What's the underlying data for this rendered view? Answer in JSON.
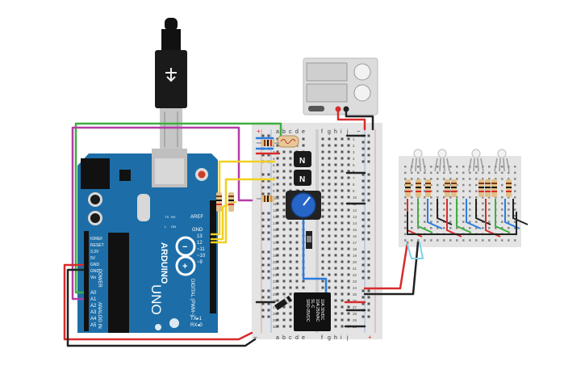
{
  "arduino": {
    "brand": "ARDUINO",
    "model": "UNO",
    "logo_minus": "−",
    "logo_plus": "+",
    "aref": "AREF",
    "gnd": "GND",
    "digital_label": "DIGITAL (PWM~)",
    "pins_right": [
      "13",
      "12",
      "~11",
      "~10",
      "~9"
    ],
    "tx_label": "TX▸1",
    "rx_label": "RX◂0",
    "power_pins": [
      "IOREF",
      "RESET",
      "3.3V",
      "5V",
      "GND",
      "GND",
      "Vin"
    ],
    "power_label": "POWER",
    "analog_pins": [
      "A0",
      "A1",
      "A2",
      "A3",
      "A4",
      "A5"
    ],
    "analog_label": "ANALOG IN",
    "led_labels": [
      "TX",
      "RX",
      "L",
      "ON"
    ]
  },
  "breadboard_main": {
    "top_cols_left": [
      "a",
      "b",
      "c",
      "d",
      "e"
    ],
    "top_cols_right": [
      "f",
      "g",
      "h",
      "i",
      "j"
    ],
    "plus": "+",
    "minus": "−",
    "row_numbers": [
      "1",
      "2",
      "3",
      "4",
      "5",
      "6",
      "7",
      "8",
      "9",
      "10",
      "11",
      "12",
      "13",
      "14",
      "15",
      "16",
      "17",
      "18",
      "19",
      "20",
      "21",
      "22",
      "23",
      "24",
      "25",
      "26",
      "27",
      "28",
      "29",
      "30"
    ]
  },
  "relay": {
    "lines": [
      "SRD-05VDC",
      "SL-C",
      "10A 250VAC",
      "10A 30VDC"
    ]
  },
  "transistors": [
    {
      "label": "N"
    },
    {
      "label": "N"
    }
  ],
  "power_supply": {
    "name": "power-supply"
  },
  "colors": {
    "board_blue": "#1d6ea8",
    "wire_green": "#3fae3f",
    "wire_magenta": "#b33ca6",
    "wire_yellow": "#f0d020",
    "wire_red": "#d92b2b",
    "wire_black": "#222222",
    "wire_blue": "#2a7de1"
  }
}
